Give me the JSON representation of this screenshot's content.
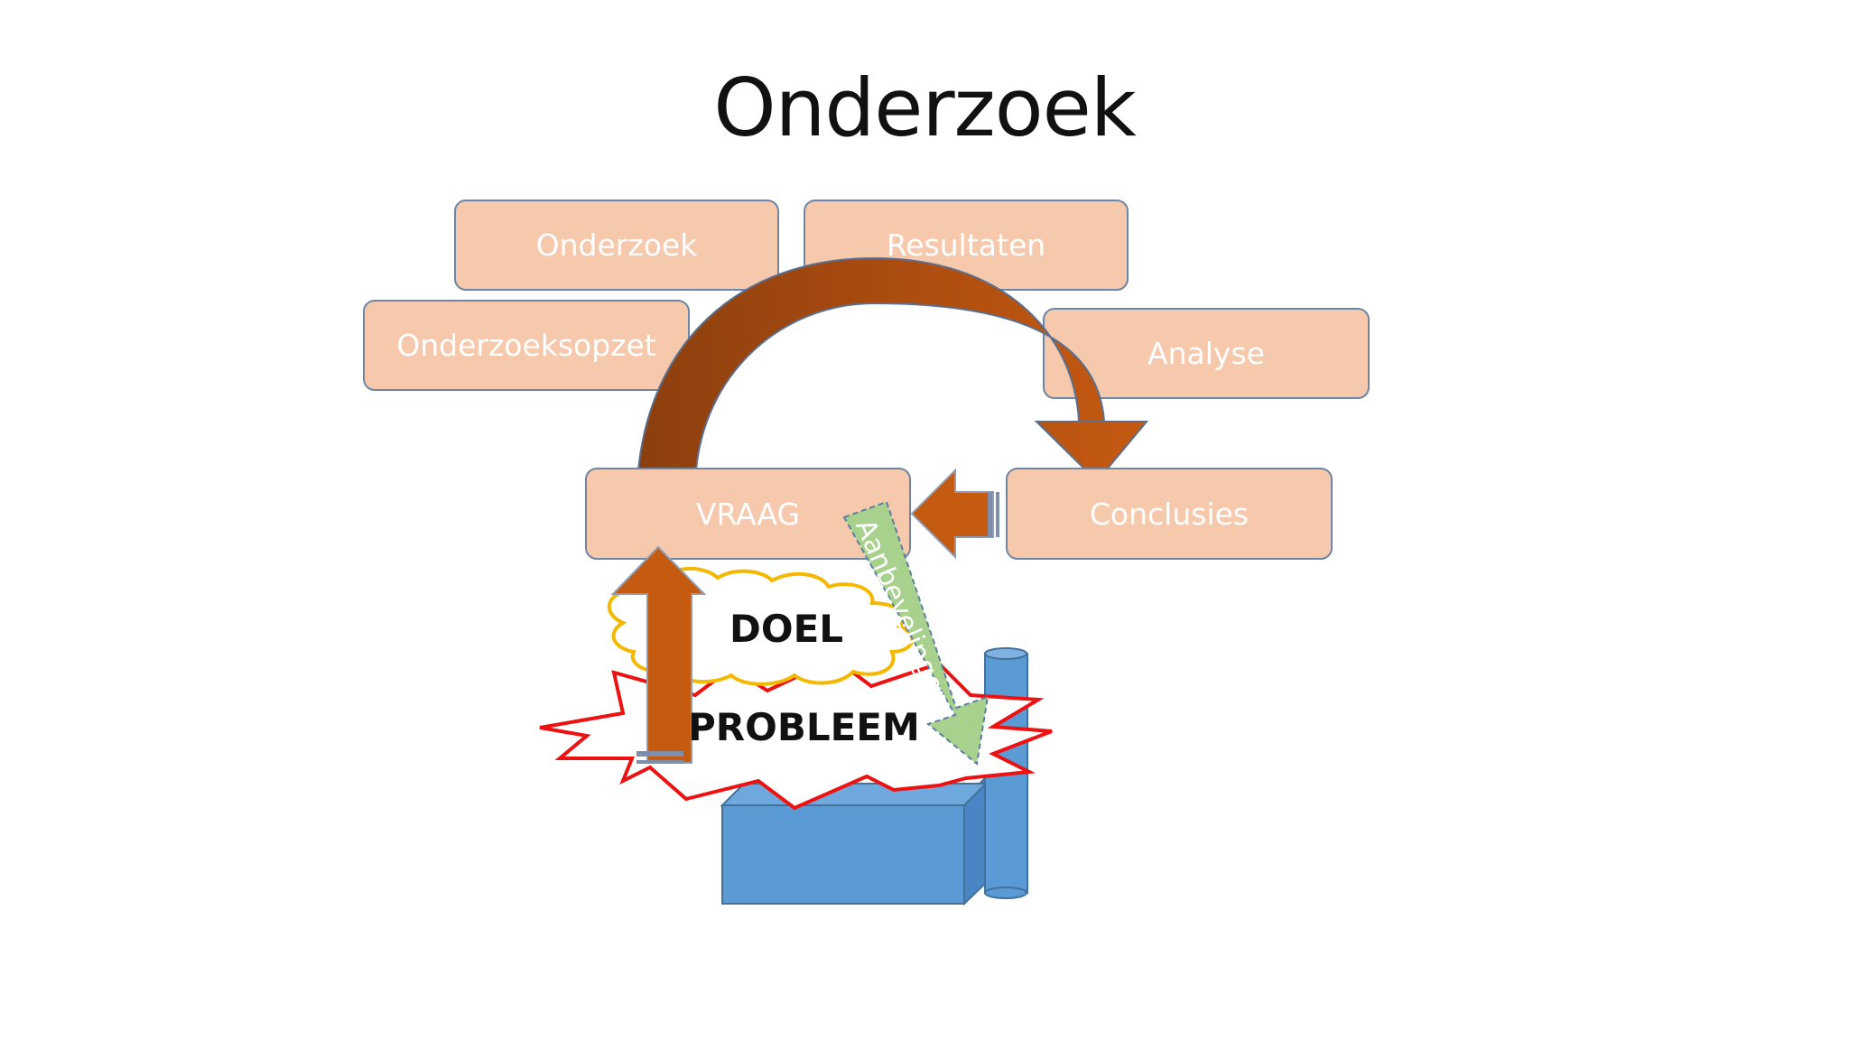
{
  "title": "Onderzoek",
  "stages": {
    "onderzoek": "Onderzoek",
    "resultaten": "Resultaten",
    "onderzoeksopzet": "Onderzoeksopzet",
    "analyse": "Analyse",
    "vraag": "VRAAG",
    "conclusies": "Conclusies"
  },
  "doel": "DOEL",
  "probleem": "PROBLEEM",
  "aanbevelingen": "Aanbevelingen",
  "colors": {
    "box_fill": "#f7c9ac",
    "box_border": "#6d86a8",
    "arrow_orange": "#c55a11",
    "arrow_dark": "#8b3f0e",
    "green_arrow": "#a9d18e",
    "cloud_border": "#f5b800",
    "burst_border": "#ee1111",
    "factory_blue": "#5b9bd5"
  },
  "icons": [
    "curved-arrow-icon",
    "cloud-shape",
    "explosion-shape",
    "factory-icon"
  ]
}
